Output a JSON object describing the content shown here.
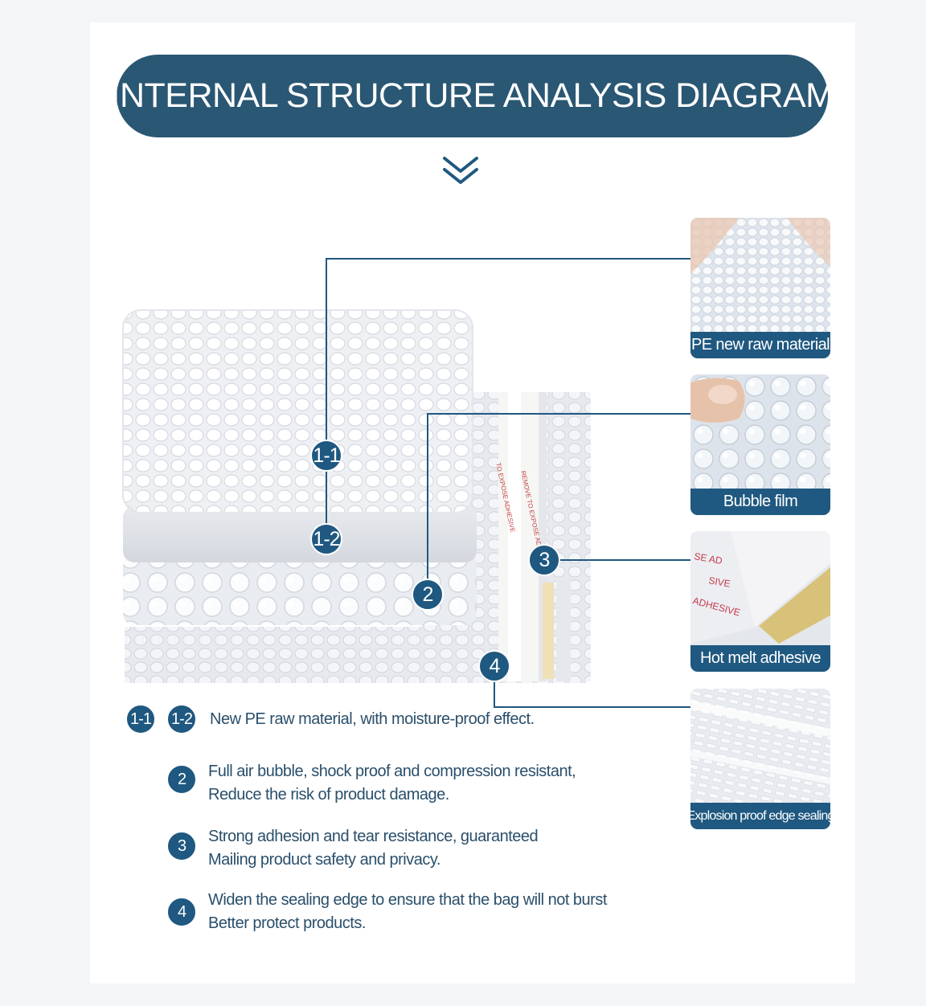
{
  "header": {
    "title": "INTERNAL STRUCTURE ANALYSIS DIAGRAM"
  },
  "diagram": {
    "badges": [
      "1-1",
      "1-2",
      "2",
      "3",
      "4"
    ],
    "strip_text": [
      "TO EXPOSE ADHESIVE",
      "REMOVE TO EXPOSE ADHESIVE"
    ]
  },
  "materials": [
    {
      "caption": "PE new raw material",
      "icon": "pe-pellets-photo"
    },
    {
      "caption": "Bubble film",
      "icon": "bubble-film-photo"
    },
    {
      "caption": "Hot melt adhesive",
      "icon": "adhesive-strip-photo"
    },
    {
      "caption": "Explosion proof edge sealing",
      "icon": "edge-sealing-photo"
    }
  ],
  "descriptions": [
    {
      "badges": [
        "1-1",
        "1-2"
      ],
      "lines": [
        "New PE raw material, with moisture-proof effect."
      ]
    },
    {
      "badges": [
        "2"
      ],
      "lines": [
        "Full air bubble, shock proof and compression resistant,",
        "Reduce the risk of product damage."
      ]
    },
    {
      "badges": [
        "3"
      ],
      "lines": [
        "Strong adhesion and tear resistance, guaranteed",
        "Mailing product safety and privacy."
      ]
    },
    {
      "badges": [
        "4"
      ],
      "lines": [
        "Widen the sealing edge to ensure that the bag will not burst",
        "Better protect products."
      ]
    }
  ],
  "colors": {
    "primary": "#1f5880",
    "title_bg": "#2a5773",
    "text": "#2a4f6b",
    "leader_line": "#1f5880"
  }
}
